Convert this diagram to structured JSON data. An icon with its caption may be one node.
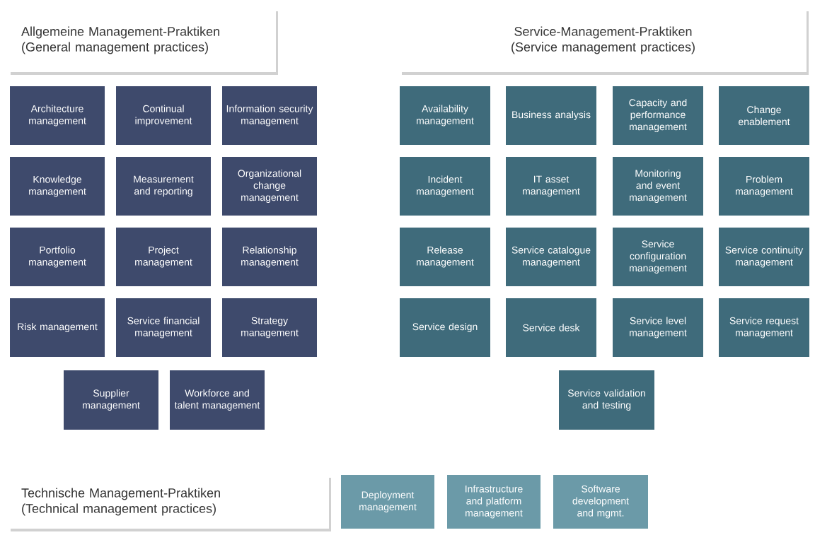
{
  "diagram": {
    "nodes": [
      {
        "text": [
          "Allgemeine Management-Praktiken",
          "(General management practices)"
        ]
      },
      {
        "text": [
          "Architecture management"
        ]
      },
      {
        "text": [
          "Continual improvement"
        ]
      },
      {
        "text": [
          "Information security management"
        ]
      },
      {
        "text": [
          "Knowledge management"
        ]
      },
      {
        "text": [
          "Measurement and reporting"
        ]
      },
      {
        "text": [
          "Organizational change management"
        ]
      },
      {
        "text": [
          "Portfolio management"
        ]
      },
      {
        "text": [
          "Project management"
        ]
      },
      {
        "text": [
          "Relationship management"
        ]
      },
      {
        "text": [
          "Risk management"
        ]
      },
      {
        "text": [
          "Service financial management"
        ]
      },
      {
        "text": [
          "Strategy management"
        ]
      },
      {
        "text": [
          "Supplier management"
        ]
      },
      {
        "text": [
          "Workforce and talent management"
        ]
      },
      {
        "text": [
          "Service-Management-Praktiken",
          "(Service management practices)"
        ]
      },
      {
        "text": [
          "Availability management"
        ]
      },
      {
        "text": [
          "Business analysis"
        ]
      },
      {
        "text": [
          "Capacity and performance management"
        ]
      },
      {
        "text": [
          "Change enablement"
        ]
      },
      {
        "text": [
          "Incident management"
        ]
      },
      {
        "text": [
          "IT asset management"
        ]
      },
      {
        "text": [
          "Monitoring and event management"
        ]
      },
      {
        "text": [
          "Problem management"
        ]
      },
      {
        "text": [
          "Release management"
        ]
      },
      {
        "text": [
          "Service catalogue management"
        ]
      },
      {
        "text": [
          "Service configuration management"
        ]
      },
      {
        "text": [
          "Service continuity management"
        ]
      },
      {
        "text": [
          "Service design"
        ]
      },
      {
        "text": [
          "Service desk"
        ]
      },
      {
        "text": [
          "Service level management"
        ]
      },
      {
        "text": [
          "Service request management"
        ]
      },
      {
        "text": [
          "Service validation and testing"
        ]
      },
      {
        "text": [
          "Technische Management-Praktiken",
          "(Technical management practices)"
        ]
      },
      {
        "text": [
          "Deployment management"
        ]
      },
      {
        "text": [
          "Infrastructure and platform management"
        ]
      },
      {
        "text": [
          "Software development and mgmt."
        ]
      }
    ]
  }
}
